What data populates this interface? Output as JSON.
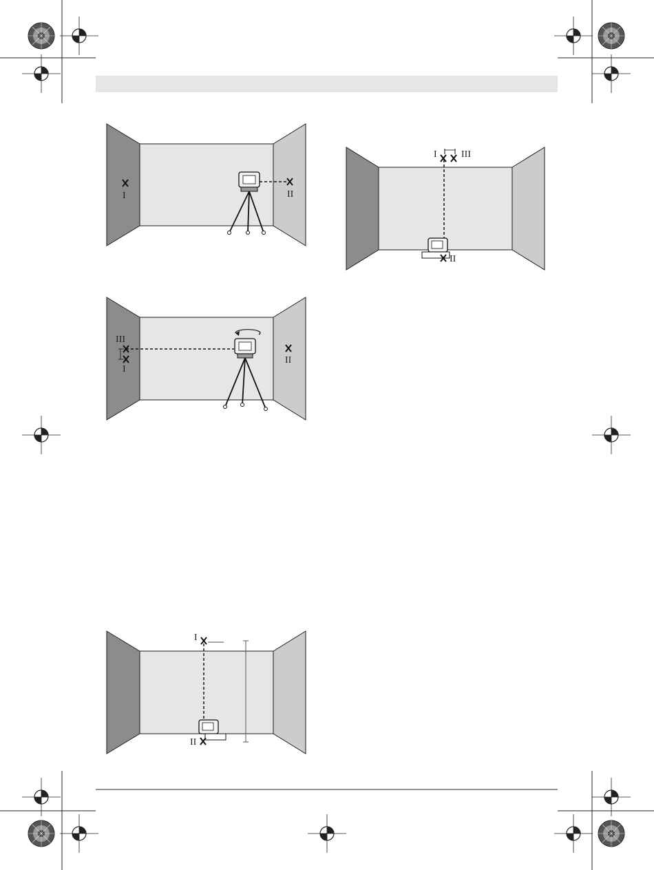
{
  "page": {
    "header_band_color": "#e6e6e6",
    "footer_rule_color": "#222222"
  },
  "colors": {
    "left_wall": "#8c8c8c",
    "back_wall": "#e6e6e6",
    "right_wall": "#cccccc",
    "outline": "#1a1a1a"
  },
  "figures": [
    {
      "id": "fig-1",
      "marks": {
        "mark_1": "I",
        "mark_2": "II"
      }
    },
    {
      "id": "fig-2",
      "marks": {
        "mark_1": "I",
        "mark_3": "III",
        "mark_2": "II"
      }
    },
    {
      "id": "fig-3",
      "marks": {
        "mark_3": "III",
        "mark_1": "I",
        "mark_2": "II"
      }
    },
    {
      "id": "fig-4",
      "marks": {
        "mark_1": "I",
        "mark_2": "II"
      }
    }
  ],
  "icons": {
    "registration": "crosshair-registration-icon",
    "color_bar": "radial-color-target-icon"
  }
}
